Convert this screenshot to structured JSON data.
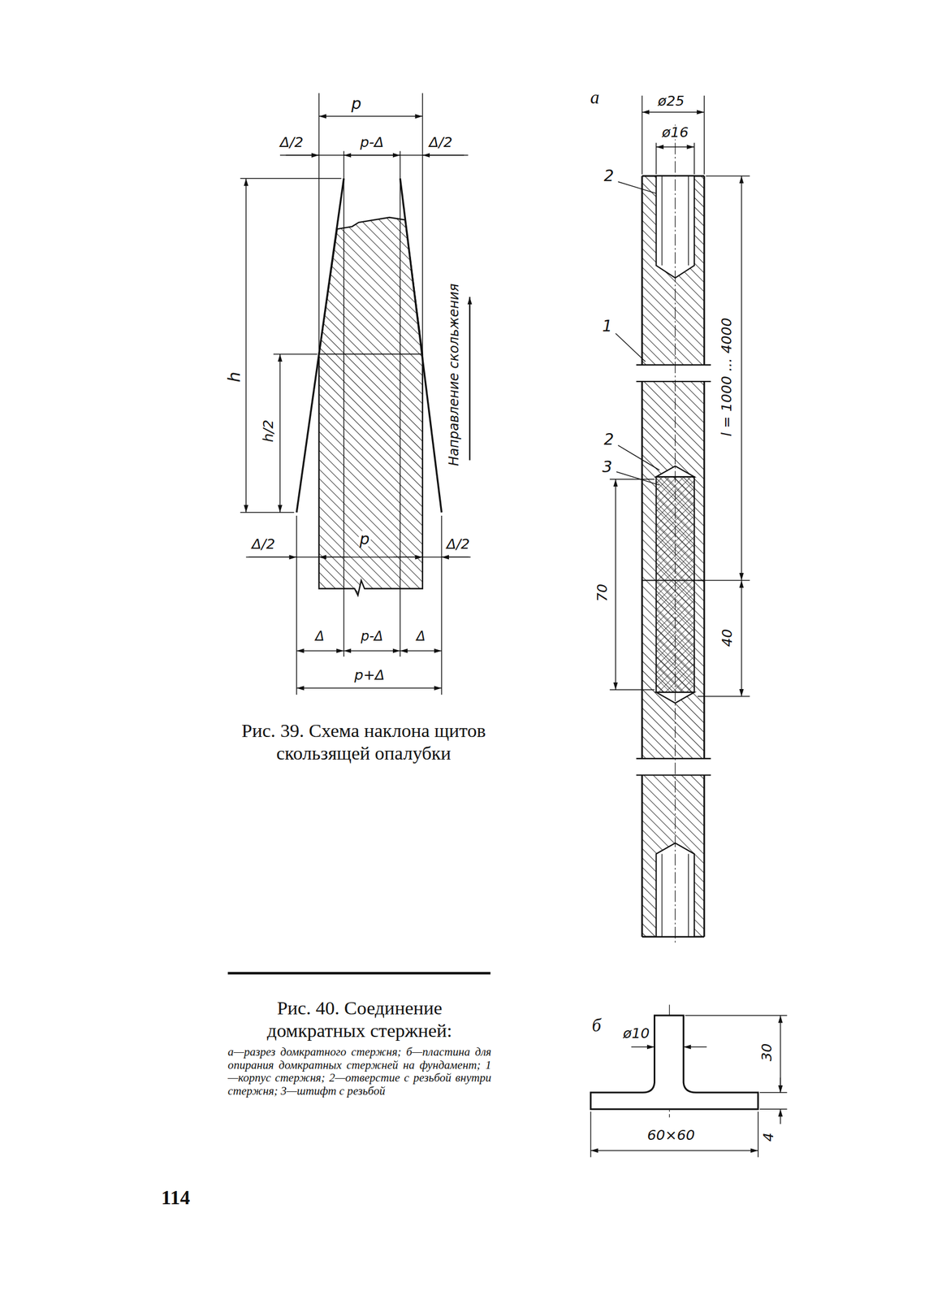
{
  "diagram": {
    "labels": [
      "p",
      "Δ/2",
      "p-Δ",
      "Δ/2",
      "h",
      "h/2",
      "Направление скольжения",
      "Δ/2",
      "p",
      "Δ/2",
      "Δ",
      "p-Δ",
      "Δ",
      "p+Δ",
      "Рис. 39. Схема наклона щитов скользящей опалубки",
      "а",
      "ø25",
      "ø16",
      "2",
      "1",
      "2",
      "3",
      "l = 1000 ... 4000",
      "70",
      "40",
      "Рис. 40. Соединение домкратных стержней:",
      "а—разрез домкратного стержня; б—пластина для опирания домкратных стержней на фундамент; 1—корпус стержня; 2—отверстие с резьбой внутри стержня; 3—штифт с резьбой",
      "б",
      "ø10",
      "30",
      "60×60",
      "4",
      "114"
    ]
  }
}
